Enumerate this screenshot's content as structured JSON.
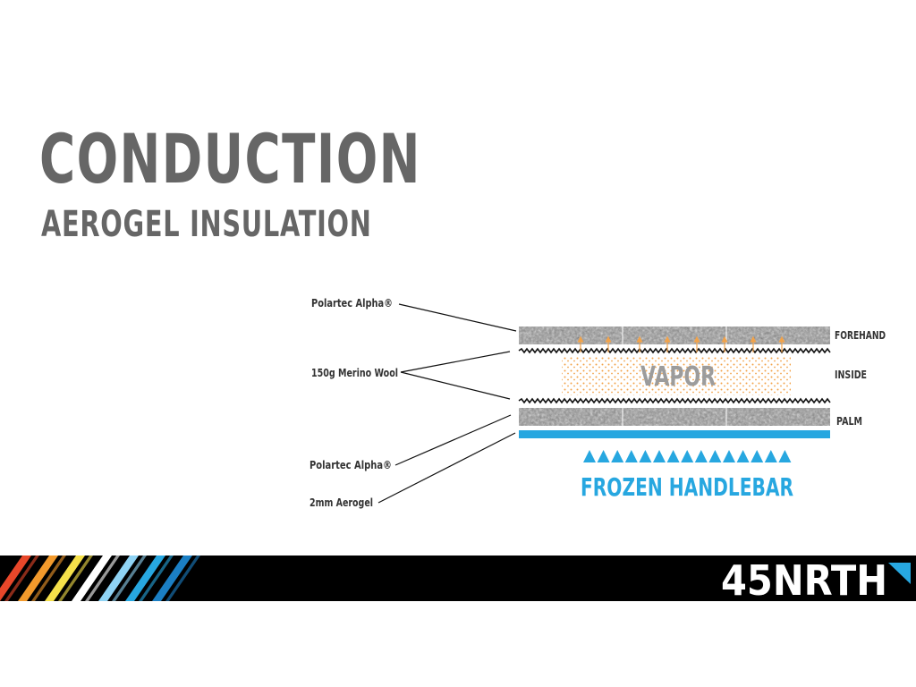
{
  "slide": {
    "title": "CONDUCTION",
    "subtitle": "AEROGEL INSULATION"
  },
  "diagram": {
    "callouts": {
      "polartec_top": "Polartec Alpha®",
      "merino": "150g Merino Wool",
      "polartec_bottom": "Polartec Alpha®",
      "aerogel": "2mm Aerogel"
    },
    "side_labels": {
      "forehand": "FOREHAND",
      "inside": "INSIDE",
      "palm": "PALM"
    },
    "vapor_label": "VAPOR",
    "handlebar_label": "FROZEN HANDLEBAR",
    "colors": {
      "accent_blue": "#27a7e0",
      "vapor_orange": "#f2a34a",
      "fabric_gray": "#9a9a9a",
      "text_gray": "#666666"
    }
  },
  "footer": {
    "logo_text": "45NRTH",
    "stripe_colors": [
      "#e8472a",
      "#f39a2c",
      "#f5e04a",
      "#ffffff",
      "#8fd3f4",
      "#27a7e0",
      "#1b7fc4"
    ]
  }
}
